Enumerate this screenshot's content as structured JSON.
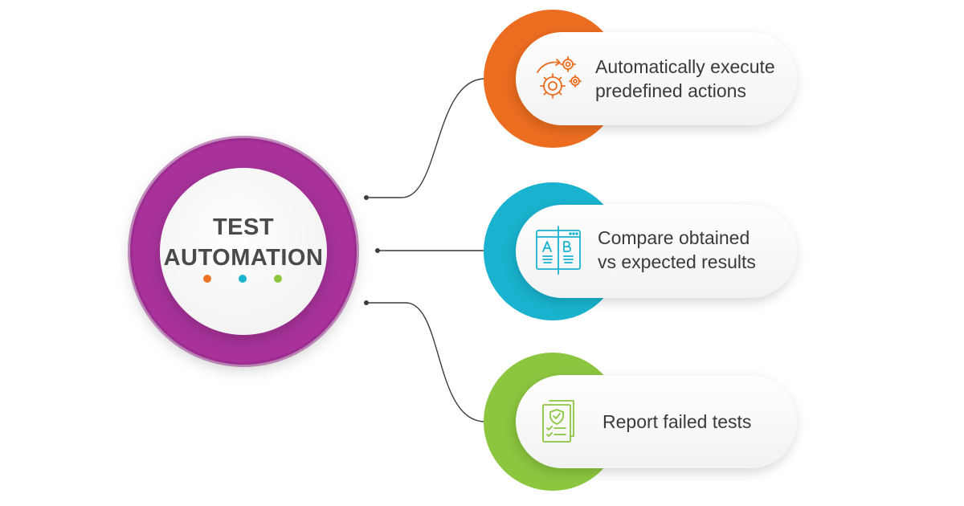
{
  "center": {
    "title_line1": "TEST",
    "title_line2": "AUTOMATION",
    "ring_color": "#a8309a",
    "dot_colors": [
      "#ee7526",
      "#1ab4cf",
      "#8cc63f"
    ]
  },
  "items": [
    {
      "line1": "Automatically execute",
      "line2": "predefined actions",
      "color": "#ec6d1f",
      "icon": "gears-icon"
    },
    {
      "line1": "Compare obtained",
      "line2": "vs expected results",
      "color": "#19b3cf",
      "icon": "ab-compare-icon"
    },
    {
      "line1": "Report failed tests",
      "line2": "",
      "color": "#8cc63f",
      "icon": "report-checklist-icon"
    }
  ]
}
